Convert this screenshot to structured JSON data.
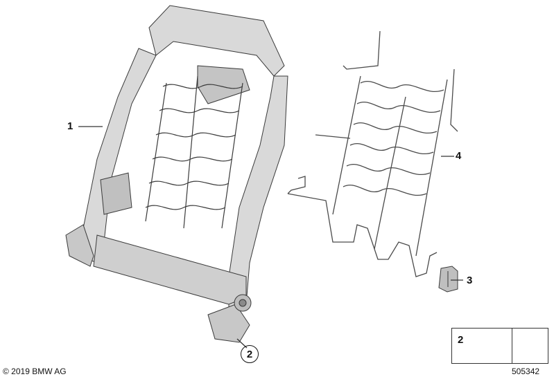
{
  "callouts": {
    "c1": "1",
    "c2": "2",
    "c3": "3",
    "c4": "4"
  },
  "legend": {
    "part_number": "2",
    "screw_icon": "torx-screw-icon",
    "arrow_icon": "direction-arrow-icon"
  },
  "footer": {
    "copyright": "© 2019 BMW AG",
    "image_id": "505342"
  },
  "colors": {
    "line": "#3a3a3a",
    "frame_fill": "#d9d9d9",
    "frame_dark": "#9a9a9a"
  }
}
